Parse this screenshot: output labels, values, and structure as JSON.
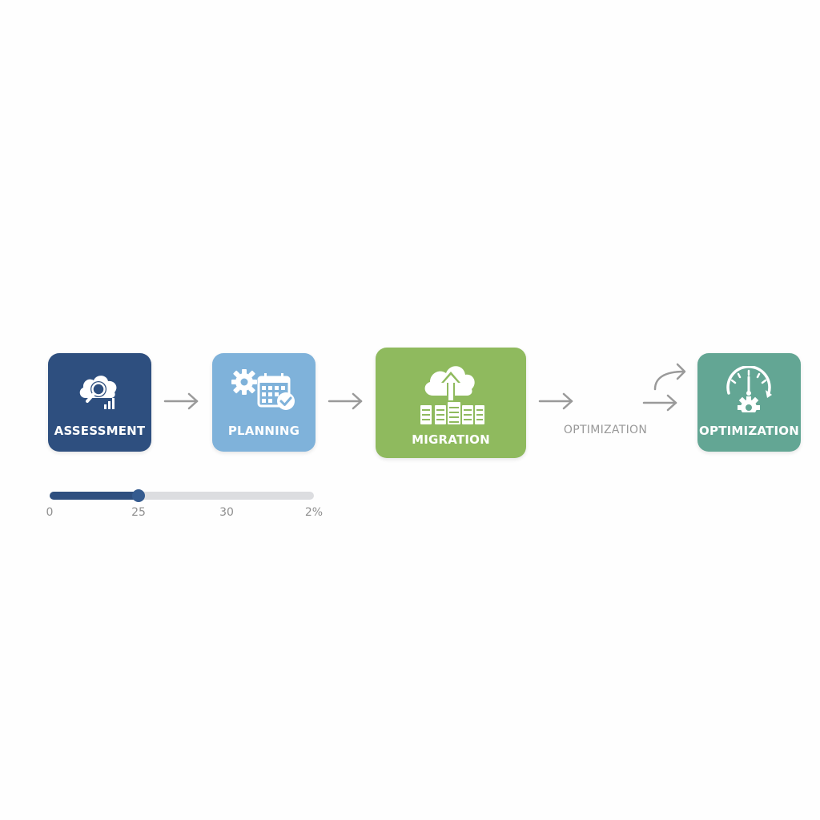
{
  "colors": {
    "assessment": "#2e4f7f",
    "planning": "#7fb2da",
    "migration": "#8fba5e",
    "optimization": "#63a694",
    "arrow": "#9a9a9a",
    "track": "#dcdde0",
    "fill": "#2e4f7f"
  },
  "steps": [
    {
      "label": "ASSESSMENT",
      "icon": "cloud-search-chart-icon"
    },
    {
      "label": "PLANNING",
      "icon": "gear-calendar-check-icon"
    },
    {
      "label": "MIGRATION",
      "icon": "cloud-upload-servers-icon"
    },
    {
      "label": "OPTIMIZATION",
      "icon": "gauge-gear-icon"
    }
  ],
  "loose_label": "OPTIMIZATION",
  "progress": {
    "value": 25,
    "scale_max": 100,
    "ticks": [
      "0",
      "25",
      "30",
      "2%"
    ]
  }
}
